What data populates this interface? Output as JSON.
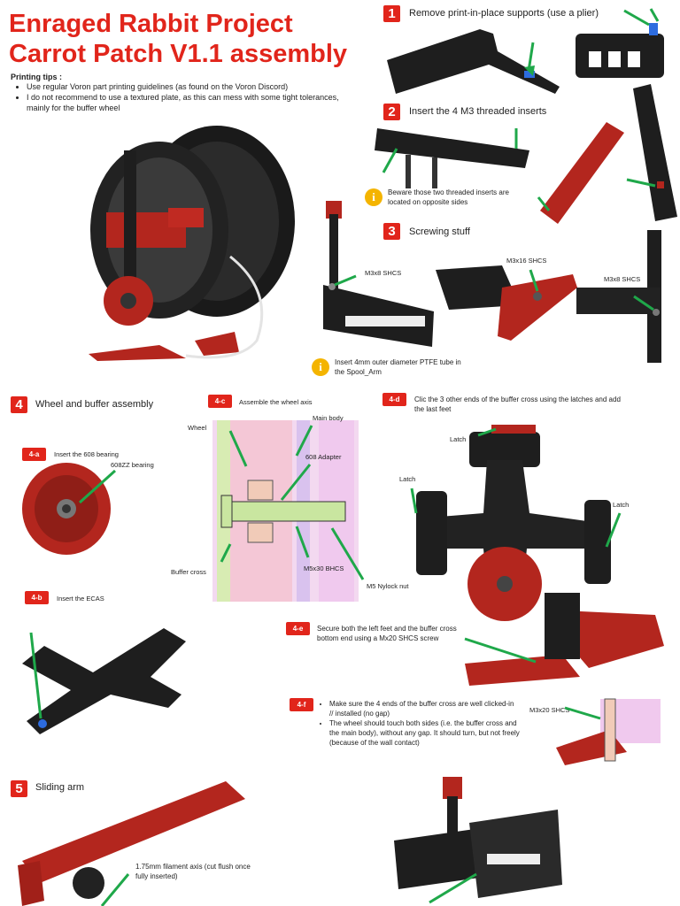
{
  "header": {
    "title_line1": "Enraged Rabbit Project",
    "title_line2": "Carrot Patch V1.1 assembly"
  },
  "tips": {
    "heading": "Printing tips :",
    "items": [
      "Use regular Voron part printing guidelines (as found on the Voron Discord)",
      "I do not recommend to use a textured plate, as this can mess with some tight tolerances, mainly for the buffer wheel"
    ]
  },
  "steps": {
    "s1": {
      "num": "1",
      "text": "Remove print-in-place supports (use a plier)"
    },
    "s2": {
      "num": "2",
      "text": "Insert the 4 M3 threaded inserts",
      "note": "Beware those two threaded inserts are located on opposite sides"
    },
    "s3": {
      "num": "3",
      "text": "Screwing stuff",
      "labels": [
        "M3x8 SHCS",
        "M3x16 SHCS",
        "M3x8 SHCS"
      ],
      "note": "Insert 4mm outer diameter PTFE tube in the Spool_Arm"
    },
    "s4": {
      "num": "4",
      "text": "Wheel and buffer assembly"
    },
    "s4a": {
      "num": "4-a",
      "text": "Insert the 608 bearing",
      "label": "608ZZ bearing"
    },
    "s4b": {
      "num": "4-b",
      "text": "Insert the ECAS"
    },
    "s4c": {
      "num": "4-c",
      "text": "Assemble the wheel axis",
      "labels": {
        "wheel": "Wheel",
        "main_body": "Main body",
        "adapter": "608 Adapter",
        "buffer_cross": "Buffer cross",
        "bhcs": "M5x30 BHCS",
        "nut": "M5 Nylock nut"
      }
    },
    "s4d": {
      "num": "4-d",
      "text": "Clic the 3 other ends of the buffer cross using the latches and add the last feet",
      "latch": "Latch"
    },
    "s4e": {
      "num": "4-e",
      "text": "Secure both the left feet and the buffer cross bottom end using a Mx20 SHCS screw"
    },
    "s4f": {
      "num": "4-f",
      "items": [
        "Make sure the 4 ends of the buffer cross are well clicked-in // installed (no gap)",
        "The wheel should touch both sides (i.e. the buffer cross and the main body), without any gap. It should turn, but not freely (because of the wall contact)"
      ],
      "label": "M3x20 SHCS"
    },
    "s5": {
      "num": "5",
      "text": "Sliding arm",
      "label": "1.75mm filament axis (cut flush once fully inserted)"
    }
  },
  "colors": {
    "red": "#e1251b",
    "part_red": "#b3261e",
    "black": "#1e1e1e",
    "arrow": "#1fa84a",
    "info": "#f4b400"
  }
}
